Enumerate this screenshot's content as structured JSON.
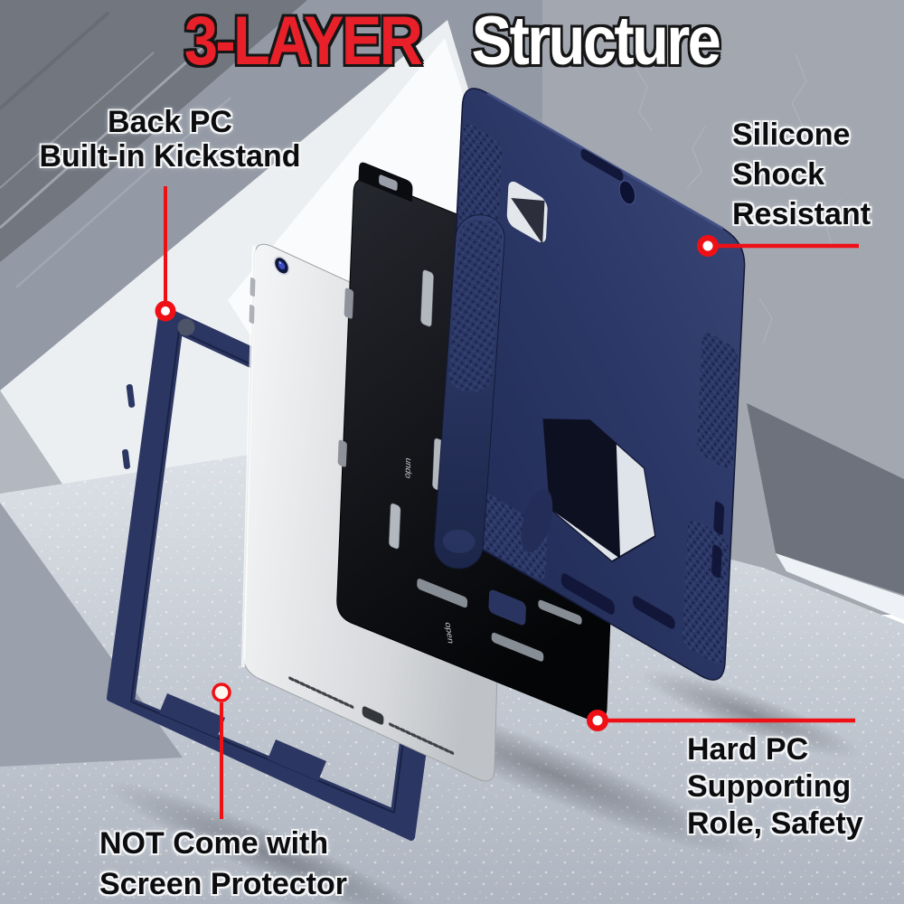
{
  "title": {
    "highlight": "3-LAYER",
    "rest": "Structure"
  },
  "callouts": {
    "back_pc": {
      "line1": "Back PC",
      "line2": "Built-in Kickstand"
    },
    "silicone": {
      "line1": "Silicone",
      "line2": "Shock",
      "line3": "Resistant"
    },
    "hard_pc": {
      "line1": "Hard PC",
      "line2": "Supporting",
      "line3": "Role, Safety"
    },
    "screen_protector": {
      "line1": "NOT Come with",
      "line2": "Screen Protector"
    }
  },
  "etch": {
    "open": "open",
    "undo": "undo"
  },
  "colors": {
    "accent_red": "#ef1016",
    "title_red": "#e8202a",
    "title_white": "#ffffff",
    "case_navy": "#2b3663",
    "hard_pc_black": "#0b0c10",
    "tablet_silver": "#e8eaec"
  }
}
